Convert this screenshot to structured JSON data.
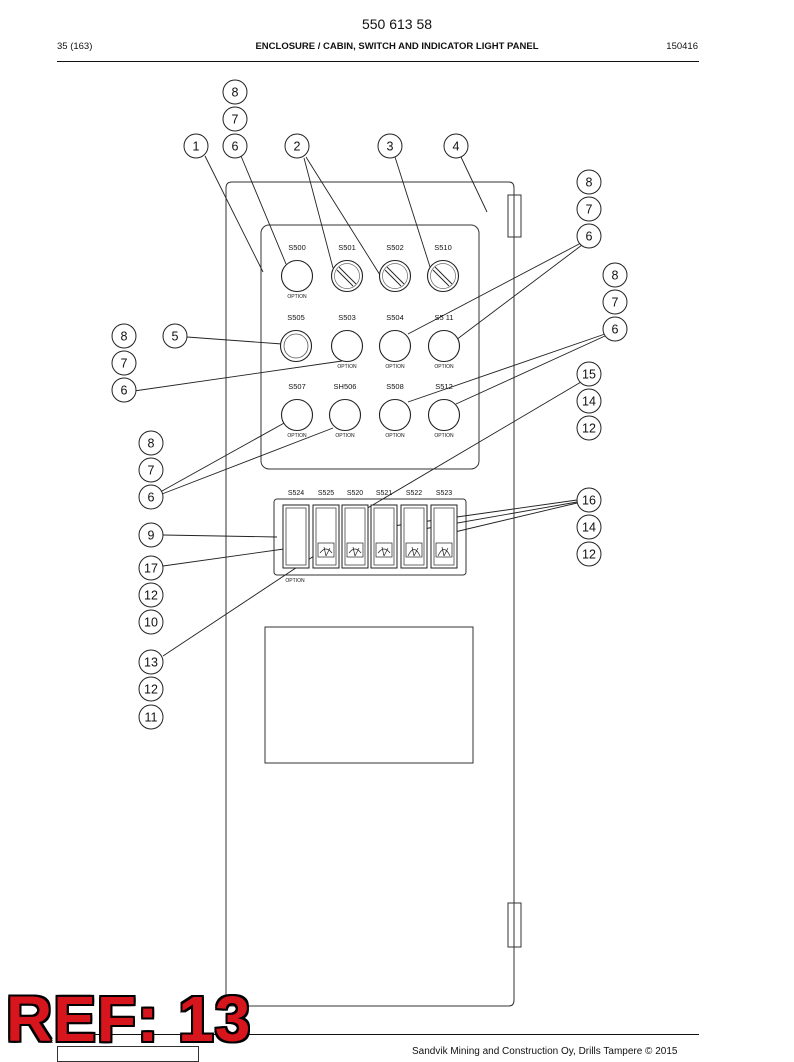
{
  "header": {
    "doc_number": "550 613 58",
    "page": "35 (163)",
    "title": "ENCLOSURE / CABIN, SWITCH AND INDICATOR LIGHT PANEL",
    "code": "150416"
  },
  "panel": {
    "switches": [
      {
        "id": "s500",
        "label": "S500",
        "type": "plain",
        "option": "OPTION"
      },
      {
        "id": "s501",
        "label": "S501",
        "type": "key",
        "option": ""
      },
      {
        "id": "s502",
        "label": "S502",
        "type": "key",
        "option": ""
      },
      {
        "id": "s510",
        "label": "S510",
        "type": "key",
        "option": ""
      },
      {
        "id": "s505",
        "label": "S505",
        "type": "lamp",
        "option": ""
      },
      {
        "id": "s503",
        "label": "S503",
        "type": "plain",
        "option": "OPTION"
      },
      {
        "id": "s504",
        "label": "S504",
        "type": "plain",
        "option": "OPTION"
      },
      {
        "id": "s511",
        "label": "S5 11",
        "type": "plain",
        "option": "OPTION"
      },
      {
        "id": "s507",
        "label": "S507",
        "type": "plain",
        "option": "OPTION"
      },
      {
        "id": "sh506",
        "label": "SH506",
        "type": "plain",
        "option": "OPTION"
      },
      {
        "id": "s508",
        "label": "S508",
        "type": "plain",
        "option": "OPTION"
      },
      {
        "id": "s512",
        "label": "S512",
        "type": "plain",
        "option": "OPTION"
      }
    ],
    "rockers": [
      {
        "id": "s524",
        "label": "S524",
        "symbol": "none"
      },
      {
        "id": "s525",
        "label": "S525",
        "symbol": "wiper"
      },
      {
        "id": "s520",
        "label": "S520",
        "symbol": "wiper"
      },
      {
        "id": "s521",
        "label": "S521",
        "symbol": "wiper"
      },
      {
        "id": "s522",
        "label": "S522",
        "symbol": "wiper"
      },
      {
        "id": "s523",
        "label": "S523",
        "symbol": "wiper"
      }
    ],
    "rocker_option": "OPTION"
  },
  "callouts": [
    {
      "id": "c8a",
      "n": "8"
    },
    {
      "id": "c7a",
      "n": "7"
    },
    {
      "id": "c6a",
      "n": "6"
    },
    {
      "id": "c1",
      "n": "1"
    },
    {
      "id": "c2",
      "n": "2"
    },
    {
      "id": "c3",
      "n": "3"
    },
    {
      "id": "c4",
      "n": "4"
    },
    {
      "id": "c8b",
      "n": "8"
    },
    {
      "id": "c7b",
      "n": "7"
    },
    {
      "id": "c6b",
      "n": "6"
    },
    {
      "id": "c8c",
      "n": "8"
    },
    {
      "id": "c7c",
      "n": "7"
    },
    {
      "id": "c6c",
      "n": "6"
    },
    {
      "id": "c8d",
      "n": "8"
    },
    {
      "id": "c7d",
      "n": "7"
    },
    {
      "id": "c6d",
      "n": "6"
    },
    {
      "id": "c5",
      "n": "5"
    },
    {
      "id": "c15",
      "n": "15"
    },
    {
      "id": "c14a",
      "n": "14"
    },
    {
      "id": "c12a",
      "n": "12"
    },
    {
      "id": "c8e",
      "n": "8"
    },
    {
      "id": "c7e",
      "n": "7"
    },
    {
      "id": "c6e",
      "n": "6"
    },
    {
      "id": "c9",
      "n": "9"
    },
    {
      "id": "c16",
      "n": "16"
    },
    {
      "id": "c14b",
      "n": "14"
    },
    {
      "id": "c12b",
      "n": "12"
    },
    {
      "id": "c17",
      "n": "17"
    },
    {
      "id": "c12c",
      "n": "12"
    },
    {
      "id": "c10",
      "n": "10"
    },
    {
      "id": "c13",
      "n": "13"
    },
    {
      "id": "c12d",
      "n": "12"
    },
    {
      "id": "c11",
      "n": "11"
    }
  ],
  "ref_stamp": "REF: 13",
  "footer": "Sandvik Mining and Construction Oy, Drills Tampere © 2015"
}
